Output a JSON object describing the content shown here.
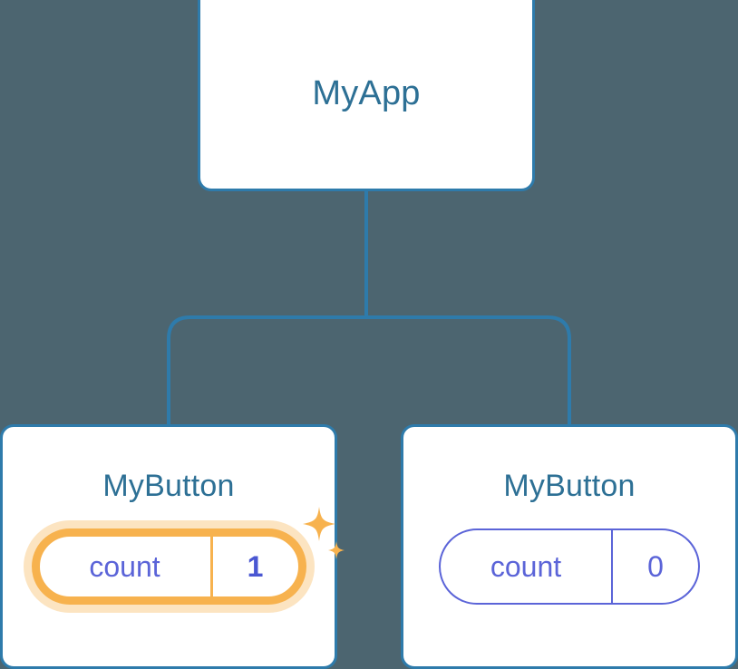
{
  "diagram": {
    "type": "component-tree",
    "background_color": "#4c6570",
    "connector_color": "#2e7bab",
    "card_border_color": "#2e7bab",
    "title_color": "#2d7095",
    "state_color": "#5b64d8",
    "highlight_color": "#f7b24e",
    "highlight_glow_color": "#fadfb3"
  },
  "root": {
    "title": "MyApp"
  },
  "children": [
    {
      "title": "MyButton",
      "state_key": "count",
      "state_value": "1",
      "highlighted": true,
      "sparkle_big": "sparkle-icon",
      "sparkle_small": "sparkle-icon"
    },
    {
      "title": "MyButton",
      "state_key": "count",
      "state_value": "0",
      "highlighted": false
    }
  ]
}
